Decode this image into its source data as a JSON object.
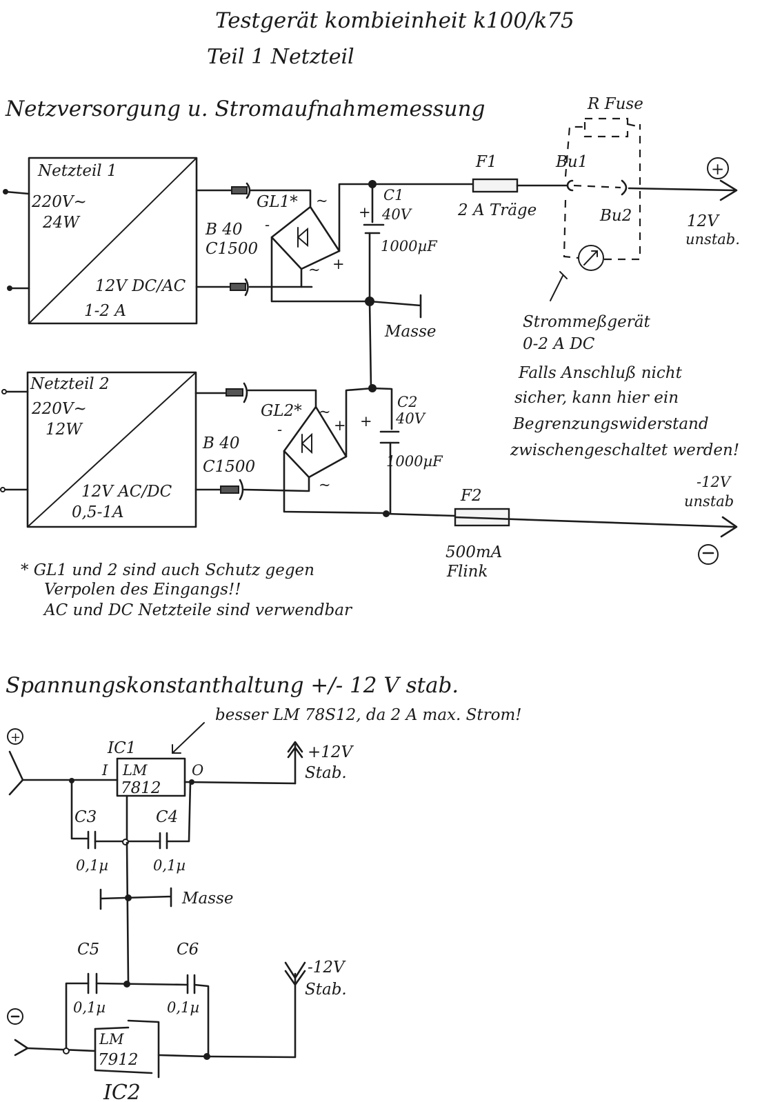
{
  "title": "Testgerät kombieinheit k100/k75",
  "subtitle": "Teil 1   Netzteil",
  "section1": {
    "heading": "Netzversorgung u. Stromaufnahmemessung",
    "rfuse_label": "R Fuse",
    "psu1": {
      "name": "Netzteil 1",
      "input": "220V~",
      "power": "24W",
      "output": "12V DC/AC",
      "current": "1-2 A"
    },
    "psu2": {
      "name": "Netzteil 2",
      "input": "220V~",
      "power": "12W",
      "output": "12V AC/DC",
      "current": "0,5-1A"
    },
    "bridge1": {
      "name": "GL1*",
      "type_line1": "B 40",
      "type_line2": "C1500",
      "ac1": "~",
      "ac2": "~",
      "minus": "-",
      "plus": "+"
    },
    "bridge2": {
      "name": "GL2*",
      "type_line1": "B 40",
      "type_line2": "C1500",
      "ac1": "~",
      "ac2": "~",
      "minus": "-",
      "plus": "+"
    },
    "c1": {
      "name": "C1",
      "voltage": "40V",
      "value": "1000µF",
      "polarity": "+"
    },
    "c2": {
      "name": "C2",
      "voltage": "40V",
      "value": "1000µF",
      "polarity": "+"
    },
    "f1": {
      "name": "F1",
      "rating": "2 A Träge"
    },
    "f2": {
      "name": "F2",
      "rating_line1": "500mA",
      "rating_line2": "Flink"
    },
    "bu1": "Bu1",
    "bu2": "Bu2",
    "masse": "Masse",
    "out_pos": {
      "line1": "12V",
      "line2": "unstab.",
      "symbol": "+"
    },
    "out_neg": {
      "line1": "-12V",
      "line2": "unstab",
      "symbol": "−"
    },
    "meter_note": [
      "Strommeßgerät",
      "0-2 A DC",
      "Falls Anschluß nicht",
      "sicher, kann hier ein",
      "Begrenzungswiderstand",
      "zwischengeschaltet werden!"
    ],
    "footnote": [
      "* GL1 und 2 sind auch Schutz gegen",
      "Verpolen des Eingangs!!",
      "AC und DC Netzteile sind verwendbar"
    ]
  },
  "section2": {
    "heading": "Spannungskonstanthaltung +/- 12 V stab.",
    "note": "besser LM 78S12, da 2 A max. Strom!",
    "ic1": {
      "name": "IC1",
      "line1": "LM",
      "line2": "7812",
      "pin_in": "I",
      "pin_out": "O"
    },
    "ic2": {
      "name": "IC2",
      "line1": "LM",
      "line2": "7912"
    },
    "caps": [
      {
        "name": "C3",
        "value": "0,1µ"
      },
      {
        "name": "C4",
        "value": "0,1µ"
      },
      {
        "name": "C5",
        "value": "0,1µ"
      },
      {
        "name": "C6",
        "value": "0,1µ"
      }
    ],
    "masse": "Masse",
    "in_pos_symbol": "+",
    "in_neg_symbol": "−",
    "out_pos": {
      "line1": "+12V",
      "line2": "Stab."
    },
    "out_neg": {
      "line1": "-12V",
      "line2": "Stab."
    }
  }
}
